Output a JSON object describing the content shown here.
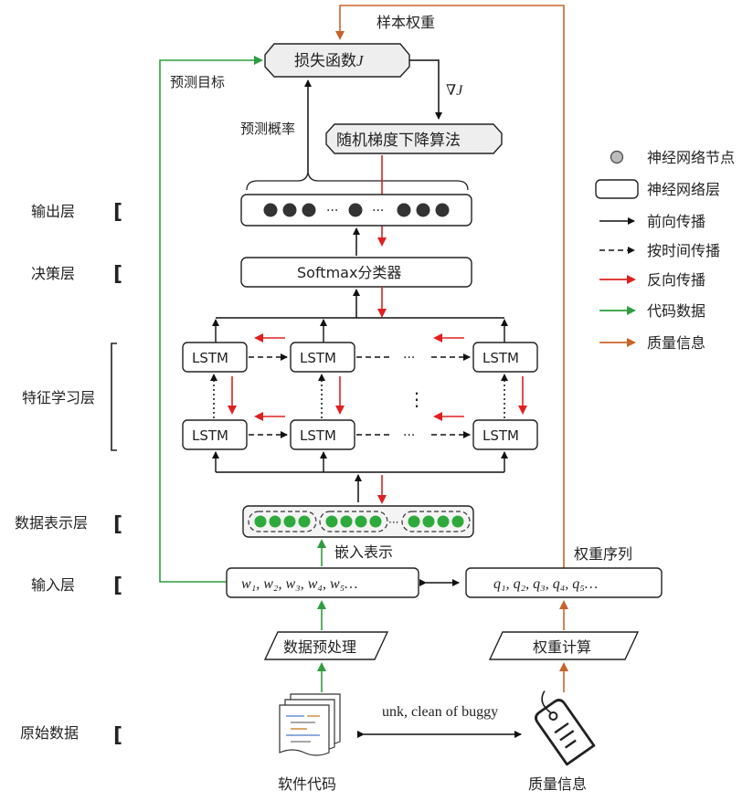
{
  "top_label": "样本权重",
  "loss_label": "损失函数",
  "loss_var": "J",
  "grad_label": "∇J",
  "sgd_label": "随机梯度下降算法",
  "predict_target": "预测目标",
  "predict_prob": "预测概率",
  "layers": {
    "output": "输出层",
    "decision": "决策层",
    "feature": "特征学习层",
    "data_repr": "数据表示层",
    "input": "输入层",
    "raw": "原始数据"
  },
  "softmax_label": "Softmax分类器",
  "lstm_label": "LSTM",
  "ellipsis": "···",
  "vdots": "⋮",
  "embed_label": "嵌入表示",
  "weight_seq_label": "权重序列",
  "input_w": "w₁, w₂, w₃, w₄, w₅…",
  "input_q": "q₁, q₂, q₃, q₄, q₅…",
  "preprocess_label": "数据预处理",
  "weight_calc_label": "权重计算",
  "relation_label": "unk, clean of buggy",
  "software_code": "软件代码",
  "quality_info": "质量信息",
  "legend": [
    {
      "icon": "node",
      "label": "神经网络节点"
    },
    {
      "icon": "layer",
      "label": "神经网络层"
    },
    {
      "icon": "forward",
      "label": "前向传播"
    },
    {
      "icon": "time",
      "label": "按时间传播"
    },
    {
      "icon": "backward",
      "label": "反向传播"
    },
    {
      "icon": "code",
      "label": "代码数据"
    },
    {
      "icon": "quality",
      "label": "质量信息"
    }
  ],
  "colors": {
    "forward": "#111111",
    "backward": "#e02020",
    "code": "#2e9e3e",
    "quality": "#c8642a",
    "node_dark": "#333333",
    "node_green": "#2eaa3c",
    "node_gray": "#bbbbbb"
  }
}
